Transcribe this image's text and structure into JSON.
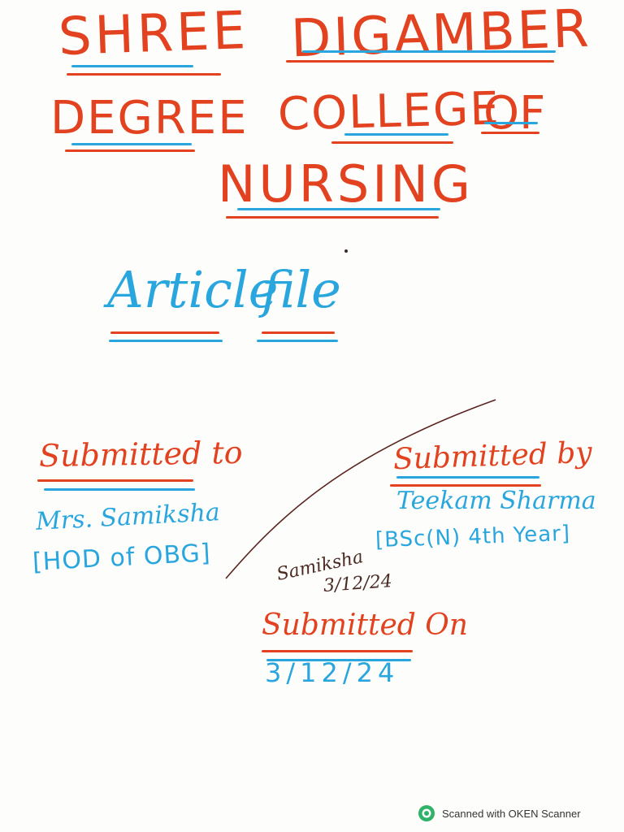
{
  "title": {
    "line1_left": "SHREE",
    "line1_right": "DIGAMBER",
    "line2_a": "DEGREE",
    "line2_b": "COLLEGE",
    "line2_c": "OF",
    "line3": "NURSING"
  },
  "subtitle": {
    "word1": "Article",
    "word2": "file"
  },
  "submitted_to": {
    "heading": "Submitted to",
    "name": "Mrs. Samiksha",
    "role": "[HOD of OBG]"
  },
  "submitted_by": {
    "heading": "Submitted by",
    "name": "Teekam Sharma",
    "course": "[BSc(N) 4th Year]"
  },
  "signature": {
    "text": "Samiksha",
    "date": "3/12/24"
  },
  "submitted_on": {
    "heading": "Submitted On",
    "date": "3/12/24"
  },
  "footer": {
    "scanner_text": "Scanned with OKEN Scanner"
  },
  "colors": {
    "red_ink": "#e2421f",
    "blue_ink": "#2aa6df",
    "signature_ink": "#4a2a22"
  }
}
